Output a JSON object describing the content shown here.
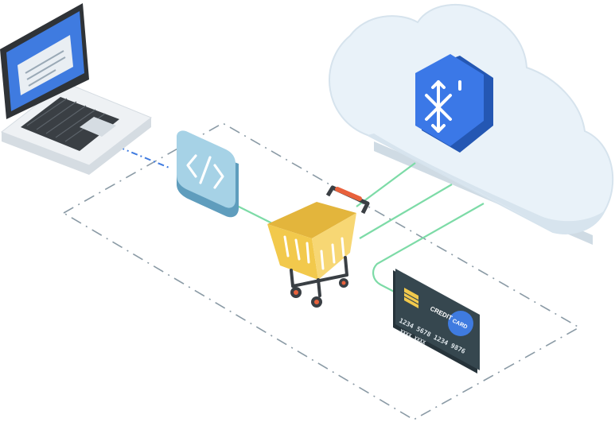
{
  "credit_card": {
    "title_line_1": "CREDIT",
    "title_line_2": "CARD",
    "number_line_1": "1234  5678  1234  9876",
    "number_line_2": "XXXX  XXXX"
  },
  "colors": {
    "cloud": "#e6f0f8",
    "cloud_shadow": "#c7d6e2",
    "router_hex": "#2f6fd6",
    "code_tile": "#a6d2e6",
    "cart_body": "#f2c94c",
    "cart_handle": "#e8613c",
    "connector": "#7ddba7",
    "laptop_screen": "#3f7be0",
    "card": "#36474f",
    "card_chip": "#f2c94c",
    "card_badge": "#3f7be0"
  },
  "icons": {
    "router": "arrows-split-icon",
    "code": "code-brackets-icon",
    "cart": "shopping-cart-icon",
    "laptop": "laptop-icon",
    "card": "credit-card-icon"
  }
}
